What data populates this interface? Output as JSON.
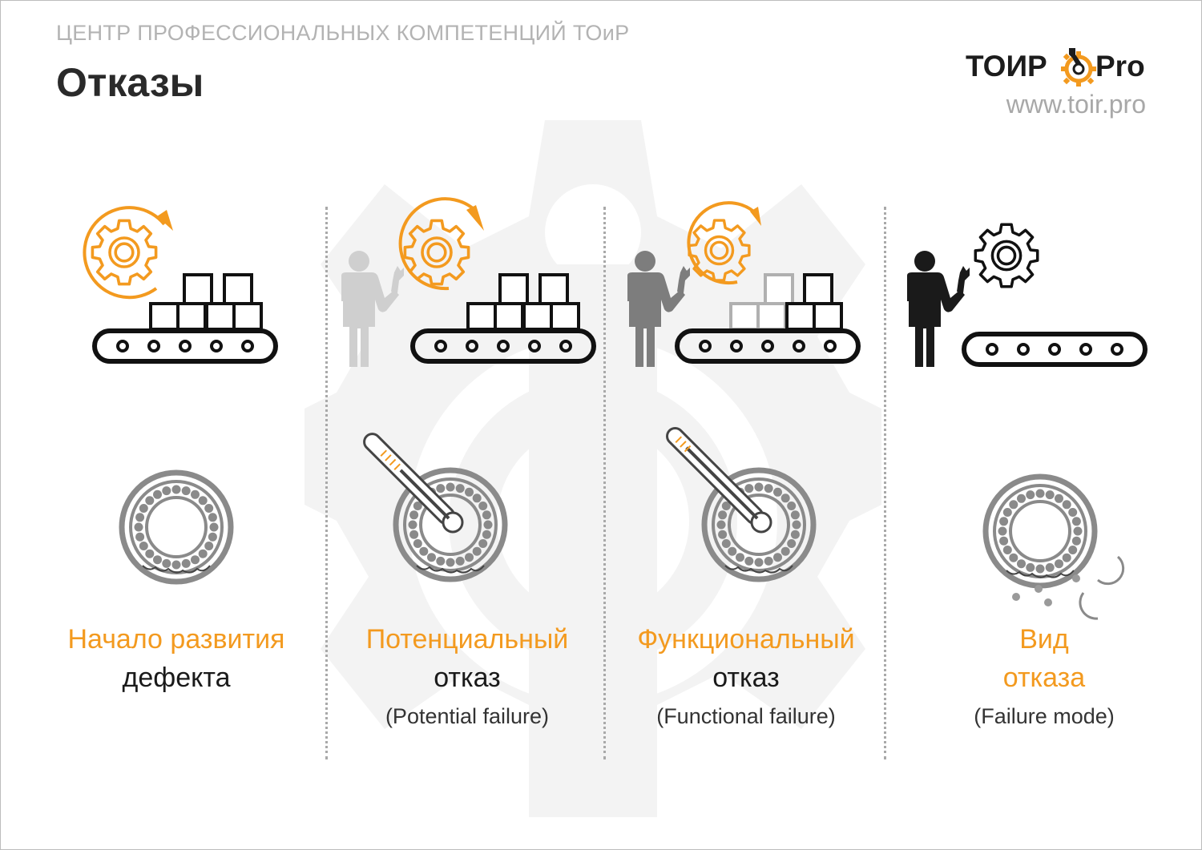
{
  "header": {
    "org_name": "ЦЕНТР ПРОФЕССИОНАЛЬНЫХ КОМПЕТЕНЦИЙ ТОиР",
    "title": "Отказы"
  },
  "logo": {
    "text_left": "ТОИР",
    "text_right": "Pro",
    "url": "www.toir.pro",
    "gear_icon": "gear-wrench-logo-icon",
    "accent_color": "#f39a1f"
  },
  "stages": [
    {
      "line1": "Начало развития",
      "line2": "дефекта",
      "line3": ""
    },
    {
      "line1": "Потенциальный",
      "line2": "отказ",
      "line3": "(Potential failure)"
    },
    {
      "line1": "Функциональный",
      "line2": "отказ",
      "line3": "(Functional failure)"
    },
    {
      "line1": "Вид",
      "line2": "отказа",
      "line3": "(Failure mode)"
    }
  ],
  "colors": {
    "accent": "#f39a1f",
    "dark": "#1a1a1a",
    "gray": "#8a8a8a",
    "light_gray": "#cfcfcf",
    "watermark": "#f3f3f3"
  }
}
